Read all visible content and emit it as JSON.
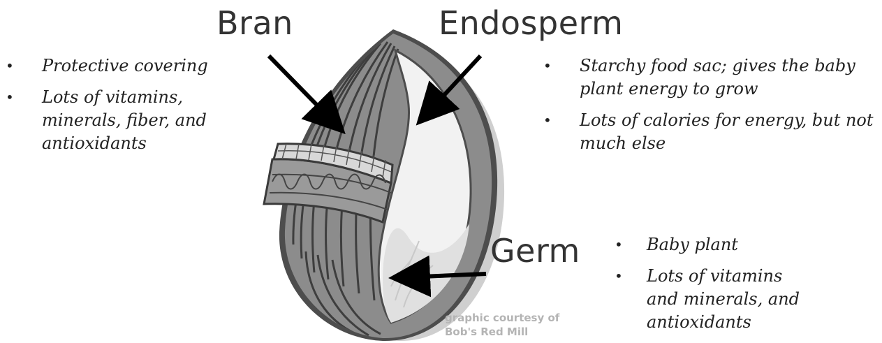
{
  "labels": {
    "bran": "Bran",
    "endosperm": "Endosperm",
    "germ": "Germ"
  },
  "bran_bullets": [
    "Protective covering",
    "Lots of vitamins, minerals, fiber, and antioxidants"
  ],
  "endosperm_bullets": [
    "Starchy food sac; gives the baby plant energy to grow",
    "Lots of calories for energy, but not much else"
  ],
  "germ_bullets": [
    "Baby plant",
    "Lots of vitamins and minerals, and antioxidants"
  ],
  "credit": {
    "line1": "graphic courtesy of",
    "line2": "Bob's Red Mill"
  }
}
